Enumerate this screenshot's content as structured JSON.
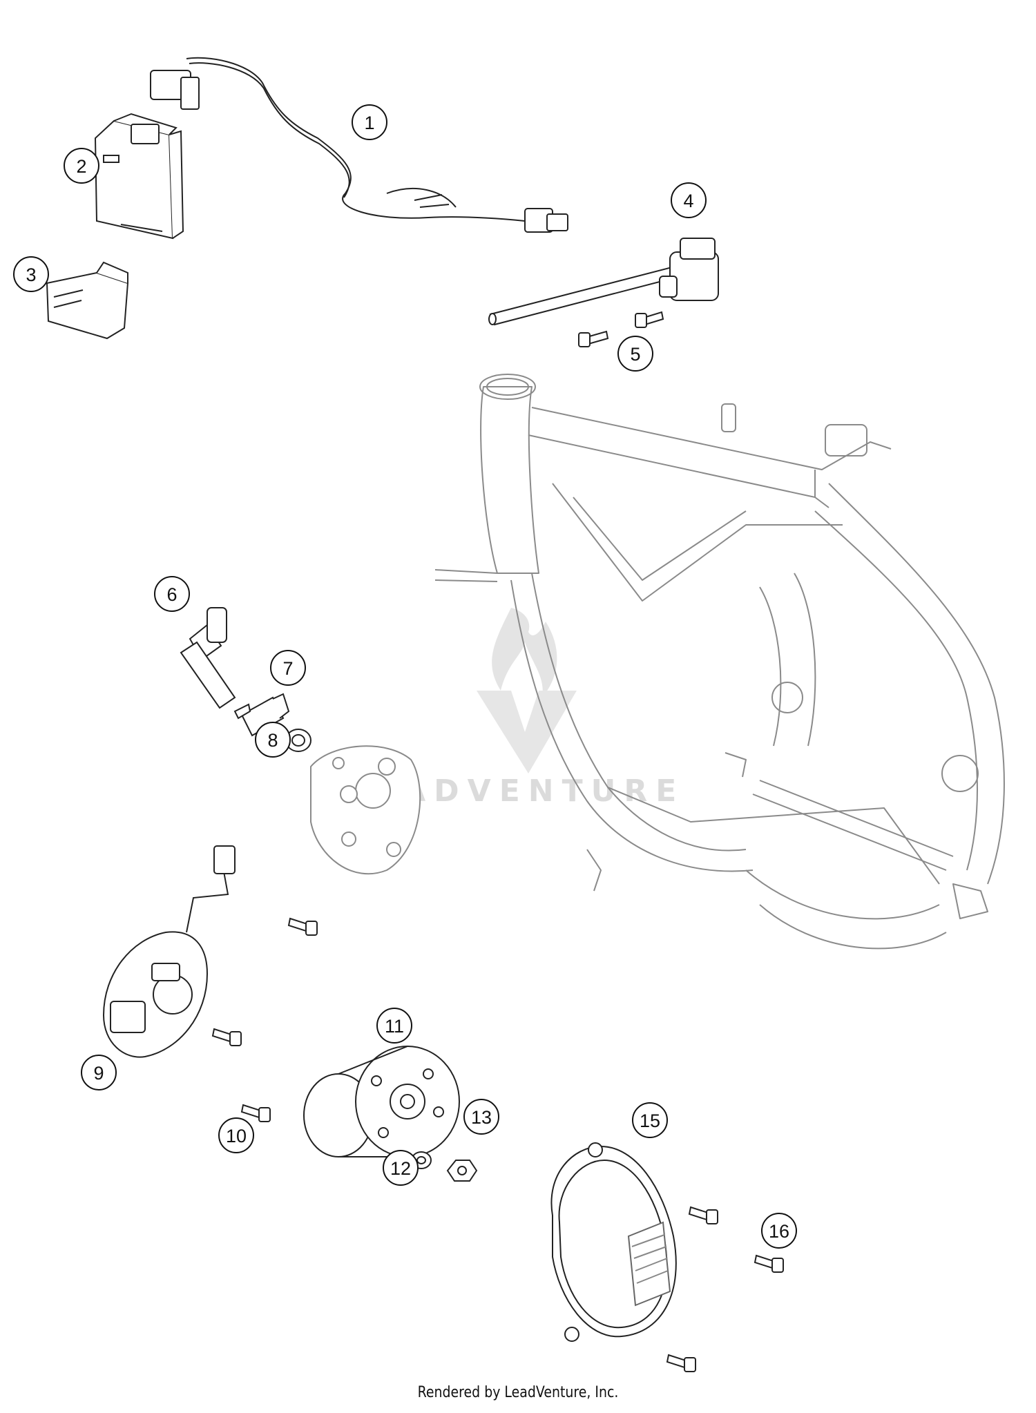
{
  "callouts": [
    {
      "label": "1"
    },
    {
      "label": "2"
    },
    {
      "label": "3"
    },
    {
      "label": "4"
    },
    {
      "label": "5"
    },
    {
      "label": "6"
    },
    {
      "label": "7"
    },
    {
      "label": "8"
    },
    {
      "label": "9"
    },
    {
      "label": "10"
    },
    {
      "label": "11"
    },
    {
      "label": "12"
    },
    {
      "label": "13"
    },
    {
      "label": "15"
    },
    {
      "label": "16"
    }
  ],
  "watermark": {
    "text": "LEADVENTURE"
  },
  "footer": {
    "text": "Rendered by LeadVenture, Inc."
  },
  "colors": {
    "line": "#8a8a8a",
    "ink": "#222222",
    "watermark": "#d8d8d8"
  }
}
